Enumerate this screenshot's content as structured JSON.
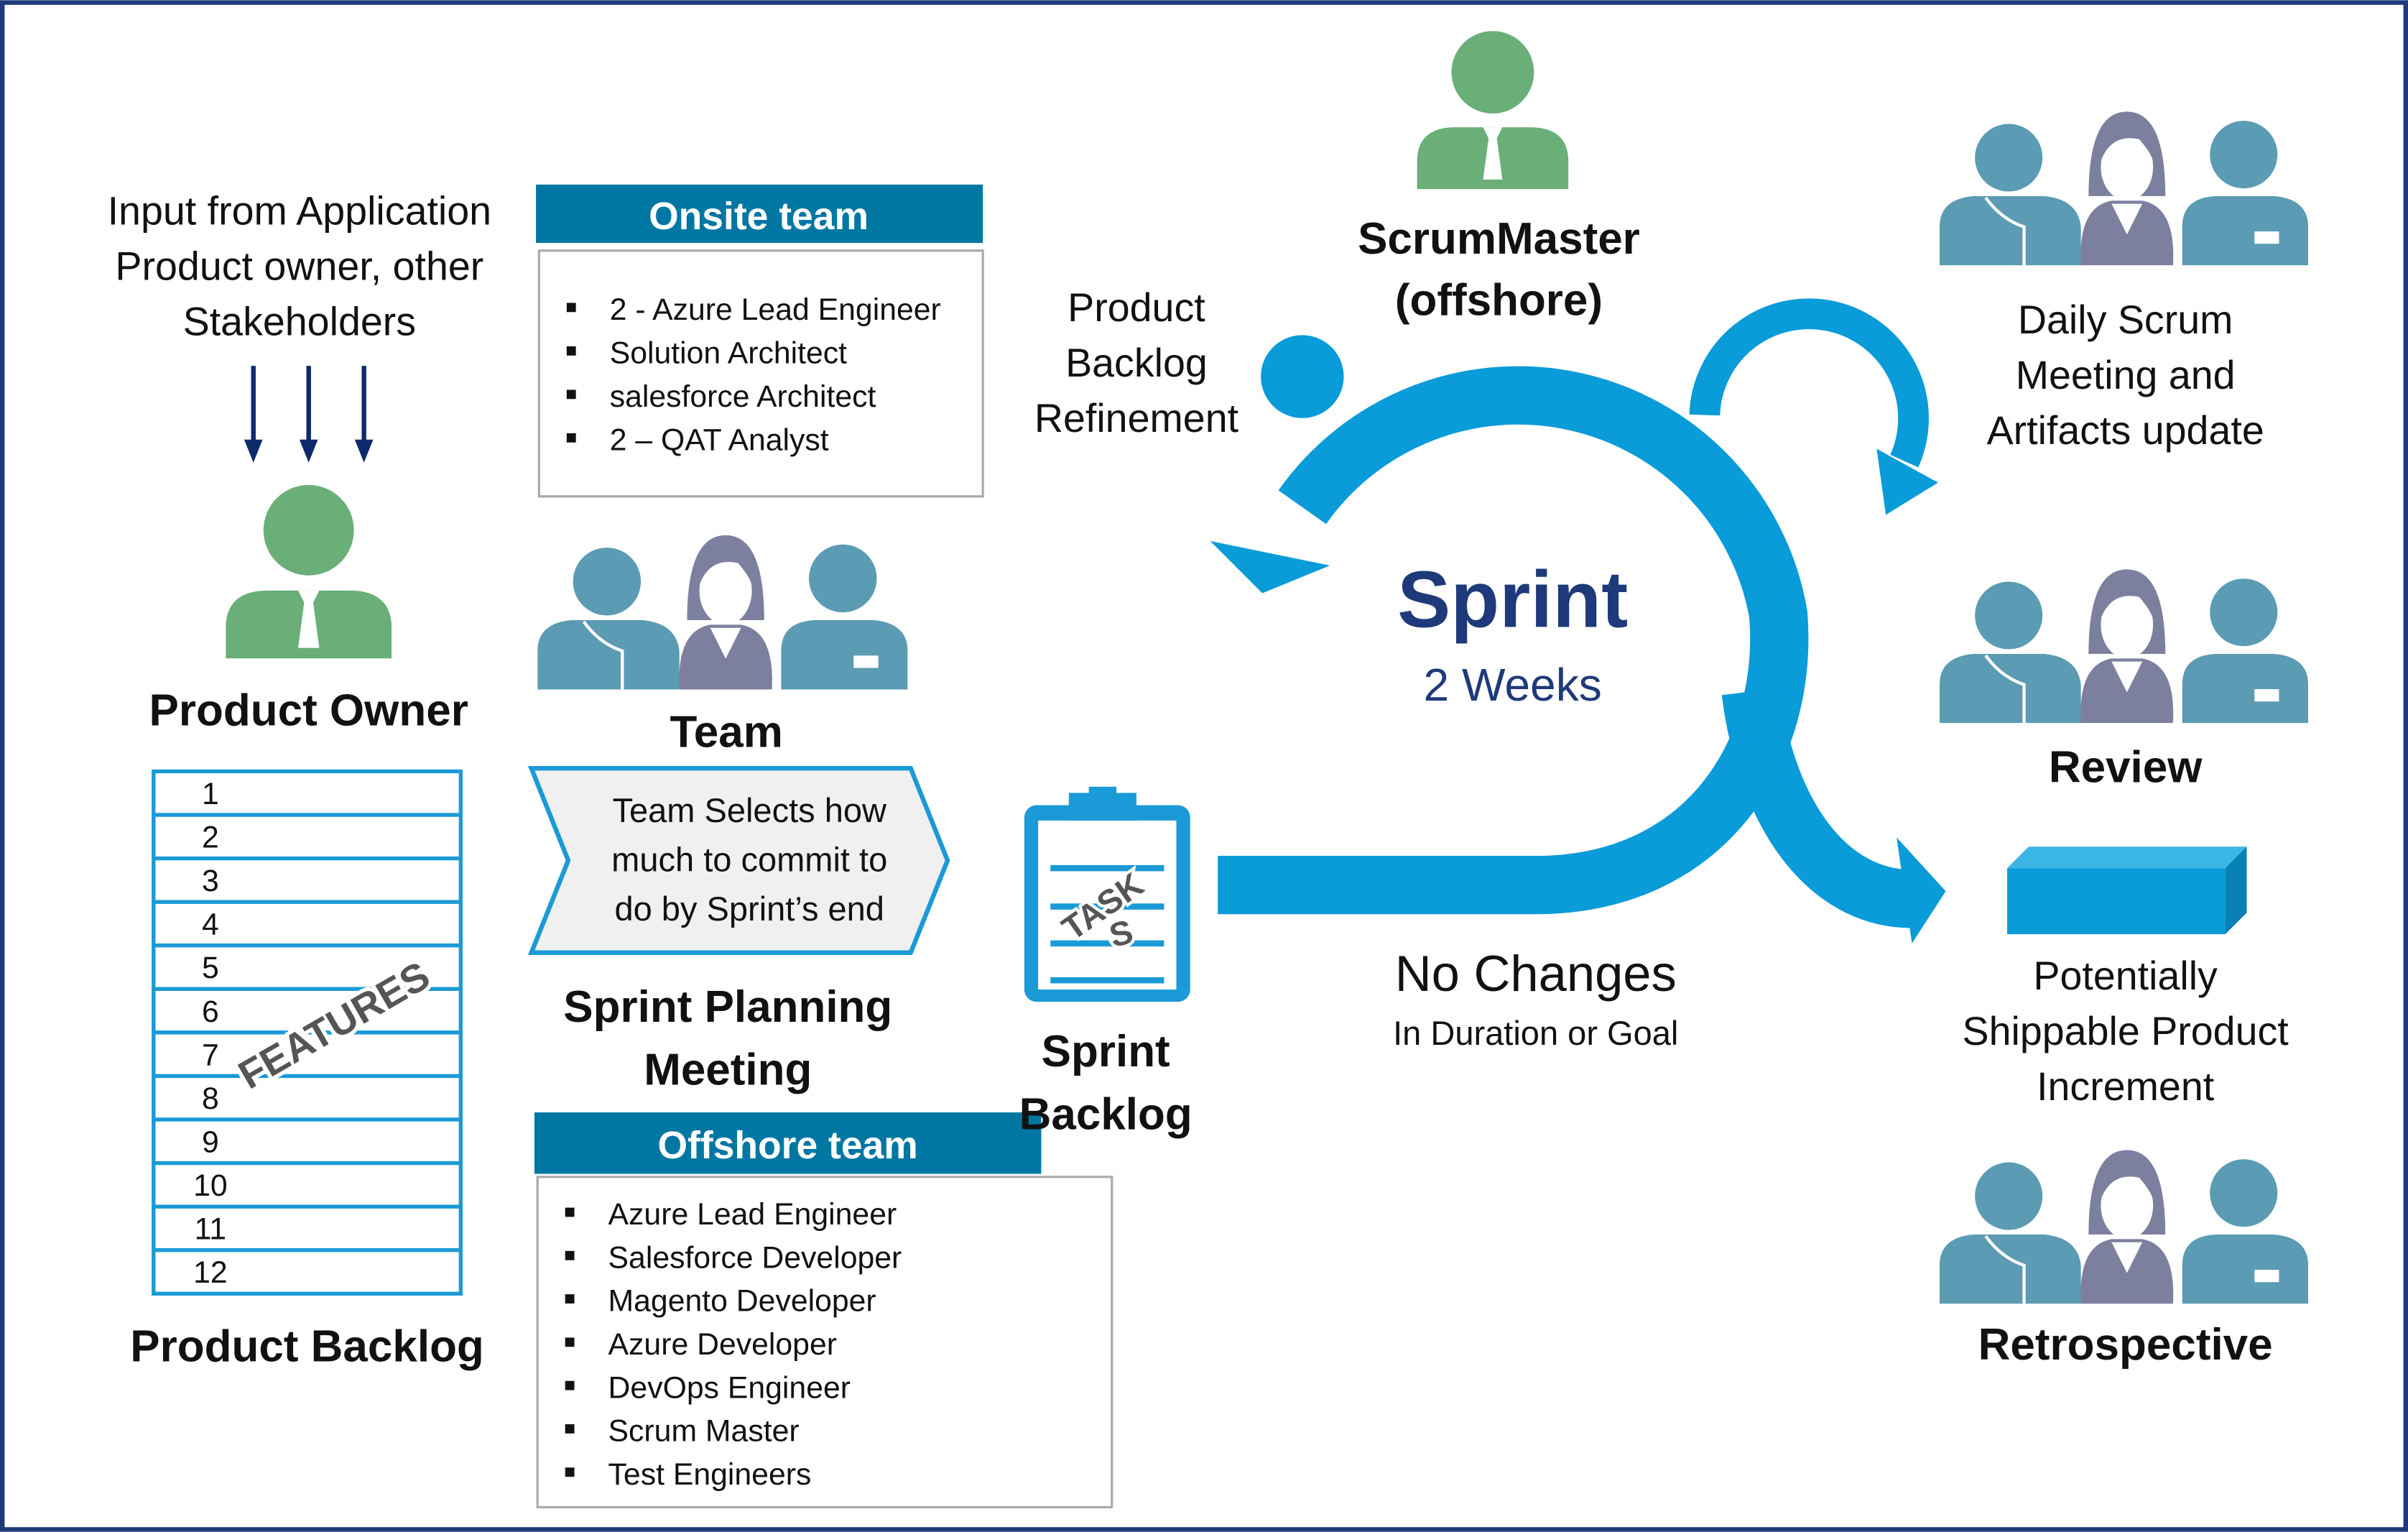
{
  "colors": {
    "border": "#1f3a7a",
    "arrow_blue": "#0a9bd9",
    "header_teal": "#0077a3",
    "navy": "#1f3a7a",
    "person_green": "#6aaf78",
    "person_teal": "#5b9bb3",
    "person_purple": "#7d7f9f"
  },
  "stakeholders": {
    "lines": [
      "Input from Application",
      "Product owner, other",
      "Stakeholders"
    ]
  },
  "product_owner": {
    "label": "Product Owner"
  },
  "product_backlog": {
    "rows": [
      "1",
      "2",
      "3",
      "4",
      "5",
      "6",
      "7",
      "8",
      "9",
      "10",
      "11",
      "12"
    ],
    "stamp": "FEATURES",
    "label": "Product Backlog"
  },
  "onsite_team": {
    "title": "Onsite team",
    "items": [
      "2 - Azure Lead Engineer",
      "Solution Architect",
      "salesforce Architect",
      "2 – QAT Analyst"
    ]
  },
  "team": {
    "label": "Team"
  },
  "planning_callout": {
    "lines": [
      "Team Selects how",
      "much to commit to",
      "do by Sprint’s end"
    ]
  },
  "sprint_planning": {
    "lines": [
      "Sprint Planning",
      "Meeting"
    ]
  },
  "offshore_team": {
    "title": "Offshore team",
    "items": [
      "Azure Lead Engineer",
      "Salesforce Developer",
      "Magento Developer",
      "Azure Developer",
      "DevOps Engineer",
      "Scrum Master",
      "Test Engineers"
    ]
  },
  "sprint_backlog": {
    "stamp_lines": [
      "TASK",
      "S"
    ],
    "lines": [
      "Sprint",
      "Backlog"
    ]
  },
  "no_changes": {
    "title": "No Changes",
    "subtitle": "In Duration or Goal"
  },
  "refinement": {
    "lines": [
      "Product",
      "Backlog",
      "Refinement"
    ]
  },
  "scrum_master": {
    "lines": [
      "ScrumMaster",
      "(offshore)"
    ]
  },
  "sprint": {
    "title": "Sprint",
    "duration": "2 Weeks"
  },
  "daily_scrum": {
    "lines": [
      "Daily Scrum",
      "Meeting and",
      "Artifacts update"
    ]
  },
  "review": {
    "label": "Review"
  },
  "increment": {
    "lines": [
      "Potentially",
      "Shippable Product",
      "Increment"
    ]
  },
  "retrospective": {
    "label": "Retrospective"
  }
}
